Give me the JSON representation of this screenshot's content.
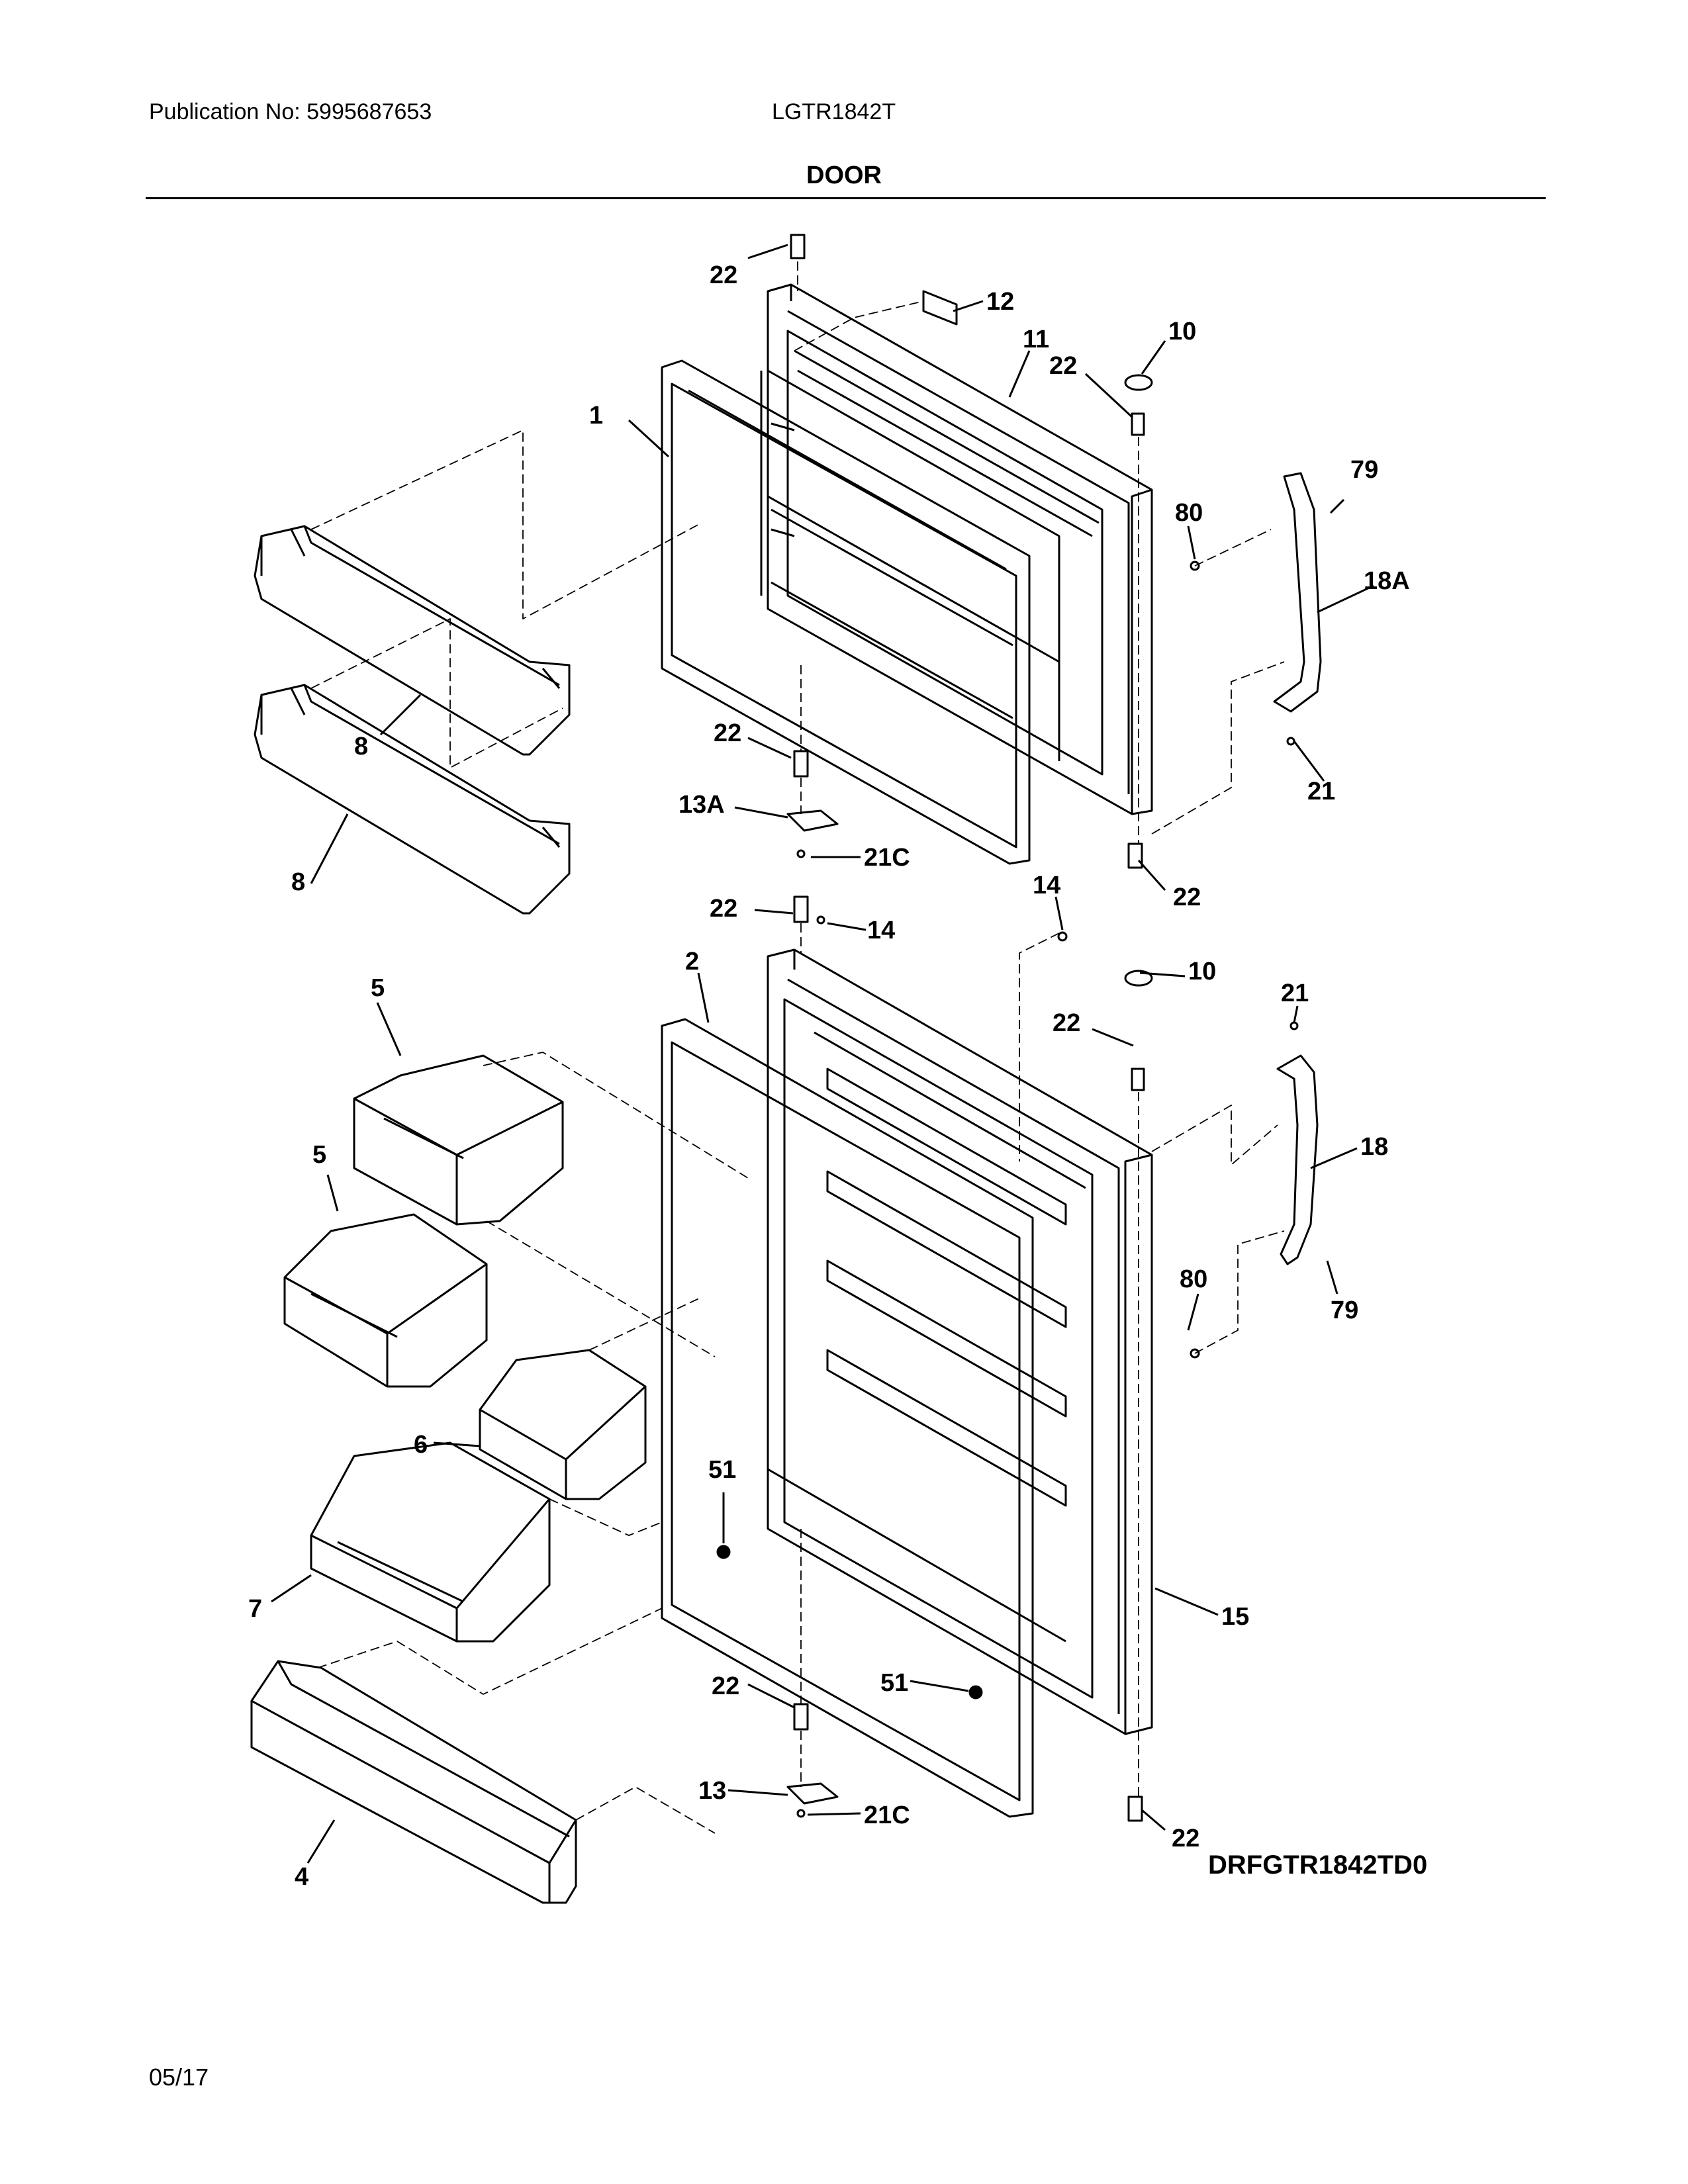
{
  "header": {
    "publication": "Publication No: 5995687653",
    "model": "LGTR1842T",
    "section_title": "DOOR"
  },
  "callouts": {
    "c1": "1",
    "c2": "2",
    "c4": "4",
    "c5a": "5",
    "c5b": "5",
    "c6": "6",
    "c7": "7",
    "c8a": "8",
    "c8b": "8",
    "c10a": "10",
    "c10b": "10",
    "c11": "11",
    "c12": "12",
    "c13": "13",
    "c13a": "13A",
    "c14a": "14",
    "c14b": "14",
    "c15": "15",
    "c18": "18",
    "c18a": "18A",
    "c21a": "21",
    "c21b": "21",
    "c21ca": "21C",
    "c21cb": "21C",
    "c22a": "22",
    "c22b": "22",
    "c22c": "22",
    "c22d": "22",
    "c22e": "22",
    "c22f": "22",
    "c22g": "22",
    "c22h": "22",
    "c51a": "51",
    "c51b": "51",
    "c79a": "79",
    "c79b": "79",
    "c80a": "80",
    "c80b": "80"
  },
  "footer": {
    "drawing_code": "DRFGTR1842TD0",
    "date": "05/17"
  }
}
